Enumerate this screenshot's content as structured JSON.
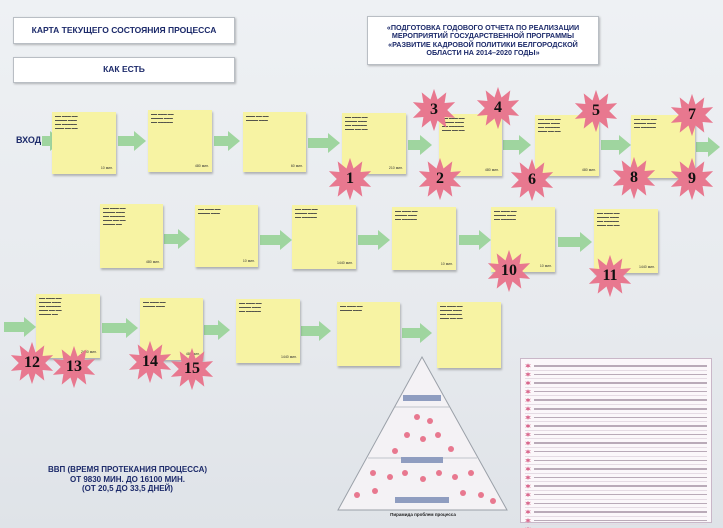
{
  "header": {
    "map_title": "КАРТА ТЕКУЩЕГО СОСТОЯНИЯ ПРОЦЕССА",
    "state_label": "КАК ЕСТЬ",
    "project_title_lines": [
      "«ПОДГОТОВКА ГОДОВОГО ОТЧЕТА ПО РЕАЛИЗАЦИИ",
      "МЕРОПРИЯТИЙ ГОСУДАРСТВЕННОЙ ПРОГРАММЫ",
      "«РАЗВИТИЕ КАДРОВОЙ ПОЛИТИКИ БЕЛГОРОДСКОЙ",
      "ОБЛАСТИ НА 2014–2020 ГОДЫ»"
    ]
  },
  "entry_label": "ВХОД",
  "process_notes": {
    "row1": [
      {
        "time": "10 мин."
      },
      {
        "time": "480 мин."
      },
      {
        "time": "60 мин."
      },
      {
        "time": "210 мин."
      },
      {
        "time": "480 мин."
      },
      {
        "time": "480 мин."
      },
      {
        "time": ""
      }
    ],
    "row2": [
      {
        "time": "480 мин."
      },
      {
        "time": "10 мин."
      },
      {
        "time": "1440 мин."
      },
      {
        "time": "10 мин."
      },
      {
        "time": "10 мин."
      },
      {
        "time": "1440 мин."
      }
    ],
    "row3": [
      {
        "time": "2400 мин."
      },
      {
        "time": "480 мин."
      },
      {
        "time": "1440 мин."
      },
      {
        "time": ""
      },
      {
        "time": ""
      }
    ]
  },
  "problem_markers": [
    "1",
    "2",
    "3",
    "4",
    "5",
    "6",
    "7",
    "8",
    "9",
    "10",
    "11",
    "12",
    "13",
    "14",
    "15"
  ],
  "summary": {
    "lines": [
      "ВВП (ВРЕМЯ ПРОТЕКАНИЯ ПРОЦЕССА)",
      "ОТ 9830 МИН. ДО 16100 МИН.",
      "(ОТ 20,5 ДО 33,5 ДНЕЙ)"
    ]
  },
  "pyramid": {
    "caption": "Пирамида проблем процесса"
  },
  "colors": {
    "note": "#f7f3a3",
    "arrow": "#9fd59f",
    "star": "#e8788f",
    "title_text": "#1c2a6a"
  }
}
